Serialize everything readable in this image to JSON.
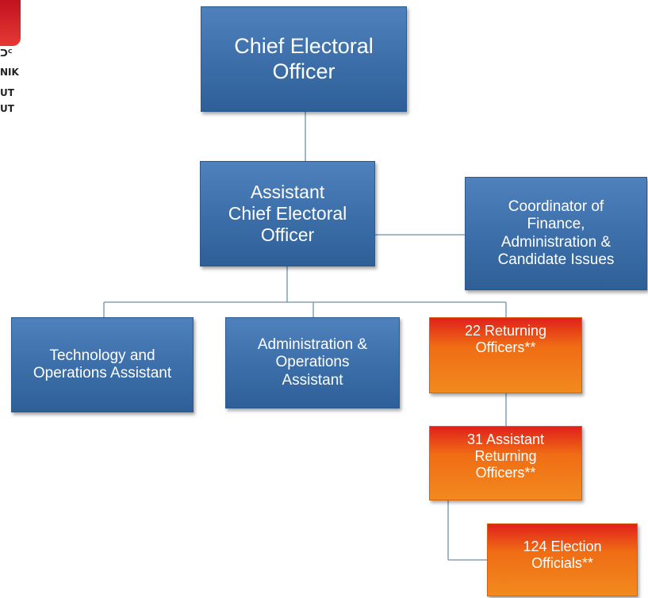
{
  "logo": {
    "lines": [
      "ᑐᑦ",
      "NIK",
      "UT",
      "UT"
    ]
  },
  "chart": {
    "chief": "Chief Electoral\nOfficer",
    "assistant_chief": "Assistant\nChief Electoral\nOfficer",
    "coordinator": "Coordinator of\nFinance,\nAdministration &\nCandidate Issues",
    "tech_ops": "Technology and\nOperations Assistant",
    "admin_ops": "Administration &\nOperations\nAssistant",
    "returning": "22 Returning\nOfficers**",
    "assistant_returning": "31 Assistant\nReturning\nOfficers**",
    "election_officials": "124  Election\nOfficials**"
  },
  "colors": {
    "blue_box": "#4f81bd",
    "orange_box": "#f28a1e",
    "red_top": "#e0201c",
    "connector": "#6f8fb0"
  }
}
